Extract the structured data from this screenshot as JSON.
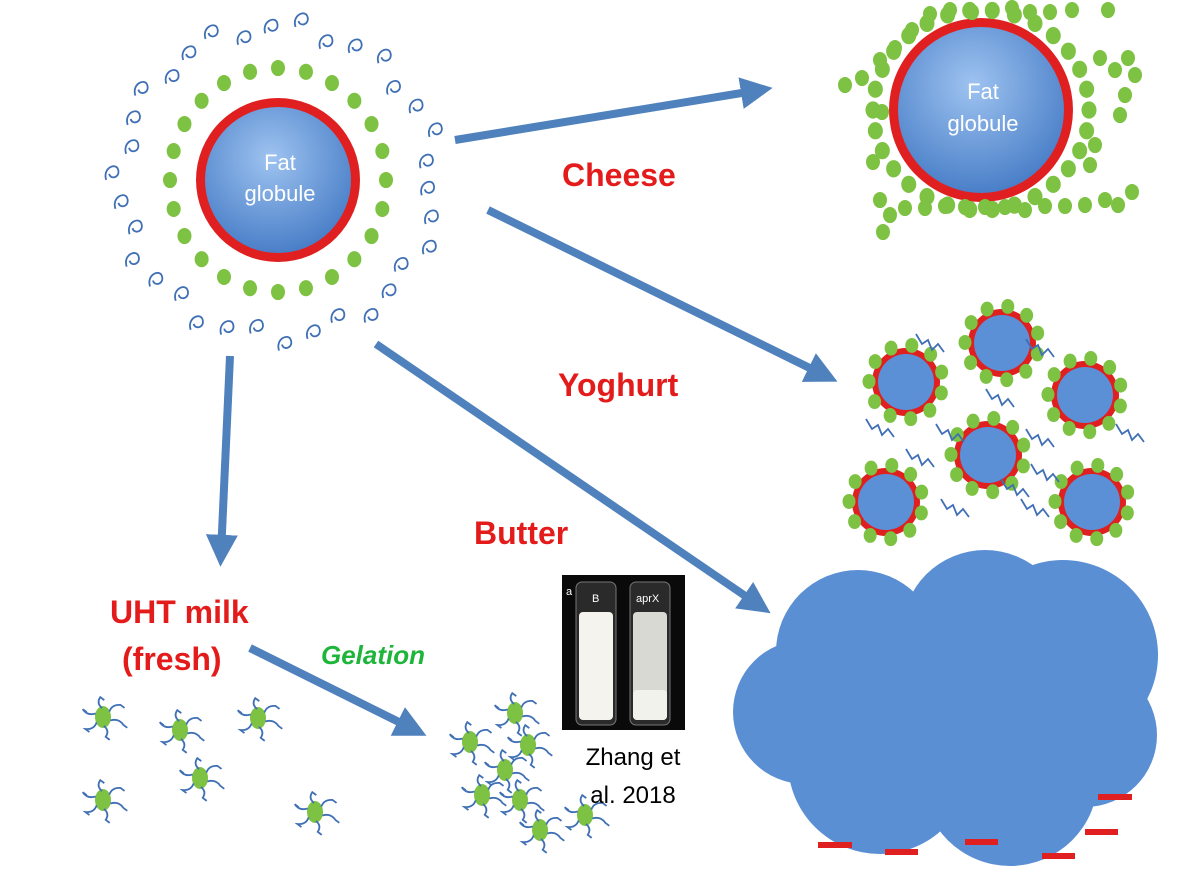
{
  "globule_label_line1": "Fat",
  "globule_label_line2": "globule",
  "products": {
    "cheese": "Cheese",
    "yoghurt": "Yoghurt",
    "butter": "Butter",
    "uht_line1": "UHT milk",
    "uht_line2": "(fresh)"
  },
  "process": {
    "gelation": "Gelation"
  },
  "photo": {
    "panel_letter": "a",
    "left_tube": "B",
    "right_tube": "aprX"
  },
  "citation": {
    "line1": "Zhang et",
    "line2": "al. 2018"
  },
  "colors": {
    "arrow": "#4f81bd",
    "globule_fill": "#5b8fd6",
    "membrane": "#e02020",
    "protein": "#7dc242",
    "label_red": "#e41b1b",
    "label_green": "#1eb53a",
    "cloud": "#5a8fd4"
  }
}
